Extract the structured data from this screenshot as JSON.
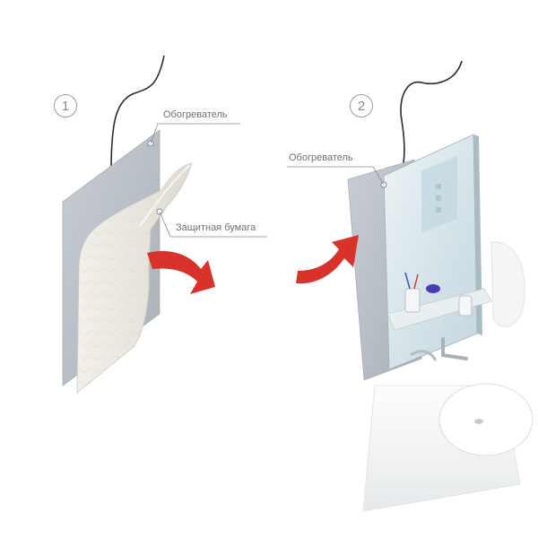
{
  "steps": [
    {
      "number": "1"
    },
    {
      "number": "2"
    }
  ],
  "labels": {
    "heater_1": "Обогреватель",
    "protective_paper": "Защитная бумага",
    "heater_2": "Обогреватель"
  },
  "colors": {
    "arrow_red": "#d8322a",
    "heater_gray": "#b7bec6",
    "paper_beige": "#e9e7df",
    "mirror_glass": "#dfe9ee",
    "callout_line": "#8a8a8a",
    "text": "#6f6f6f"
  },
  "icons": [
    "peel-arrow-icon",
    "attach-arrow-icon"
  ]
}
